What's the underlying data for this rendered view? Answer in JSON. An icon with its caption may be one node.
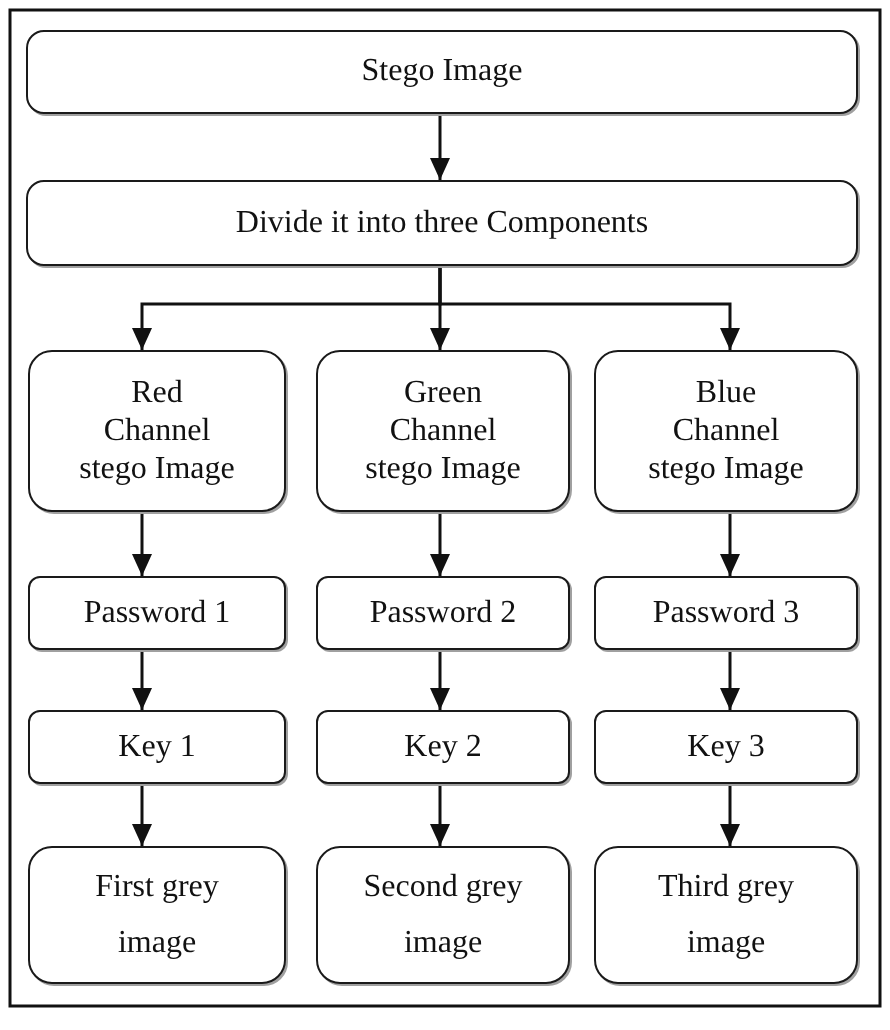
{
  "diagram": {
    "nodes": [
      {
        "text": [
          "Stego Image"
        ]
      },
      {
        "text": [
          "Divide it into three Components"
        ]
      },
      {
        "text": [
          "Red Channel stego Image"
        ]
      },
      {
        "text": [
          "Green Channel stego Image"
        ]
      },
      {
        "text": [
          "Blue Channel stego Image"
        ]
      },
      {
        "text": [
          "Password 1"
        ]
      },
      {
        "text": [
          "Password 2"
        ]
      },
      {
        "text": [
          "Password 3"
        ]
      },
      {
        "text": [
          "Key 1"
        ]
      },
      {
        "text": [
          "Key 2"
        ]
      },
      {
        "text": [
          "Key 3"
        ]
      },
      {
        "text": [
          "First grey image"
        ]
      },
      {
        "text": [
          "Second grey image"
        ]
      },
      {
        "text": [
          "Third grey image"
        ]
      }
    ],
    "edges": [
      {
        "from": 0,
        "to": 1,
        "arrow": "to"
      },
      {
        "from": 1,
        "to": 2,
        "arrow": "to"
      },
      {
        "from": 1,
        "to": 3,
        "arrow": "to"
      },
      {
        "from": 1,
        "to": 4,
        "arrow": "to"
      },
      {
        "from": 2,
        "to": 5,
        "arrow": "to"
      },
      {
        "from": 3,
        "to": 6,
        "arrow": "to"
      },
      {
        "from": 4,
        "to": 7,
        "arrow": "to"
      },
      {
        "from": 5,
        "to": 8,
        "arrow": "to"
      },
      {
        "from": 6,
        "to": 9,
        "arrow": "to"
      },
      {
        "from": 7,
        "to": 10,
        "arrow": "to"
      },
      {
        "from": 8,
        "to": 11,
        "arrow": "to"
      },
      {
        "from": 9,
        "to": 12,
        "arrow": "to"
      },
      {
        "from": 10,
        "to": 13,
        "arrow": "to"
      }
    ]
  }
}
